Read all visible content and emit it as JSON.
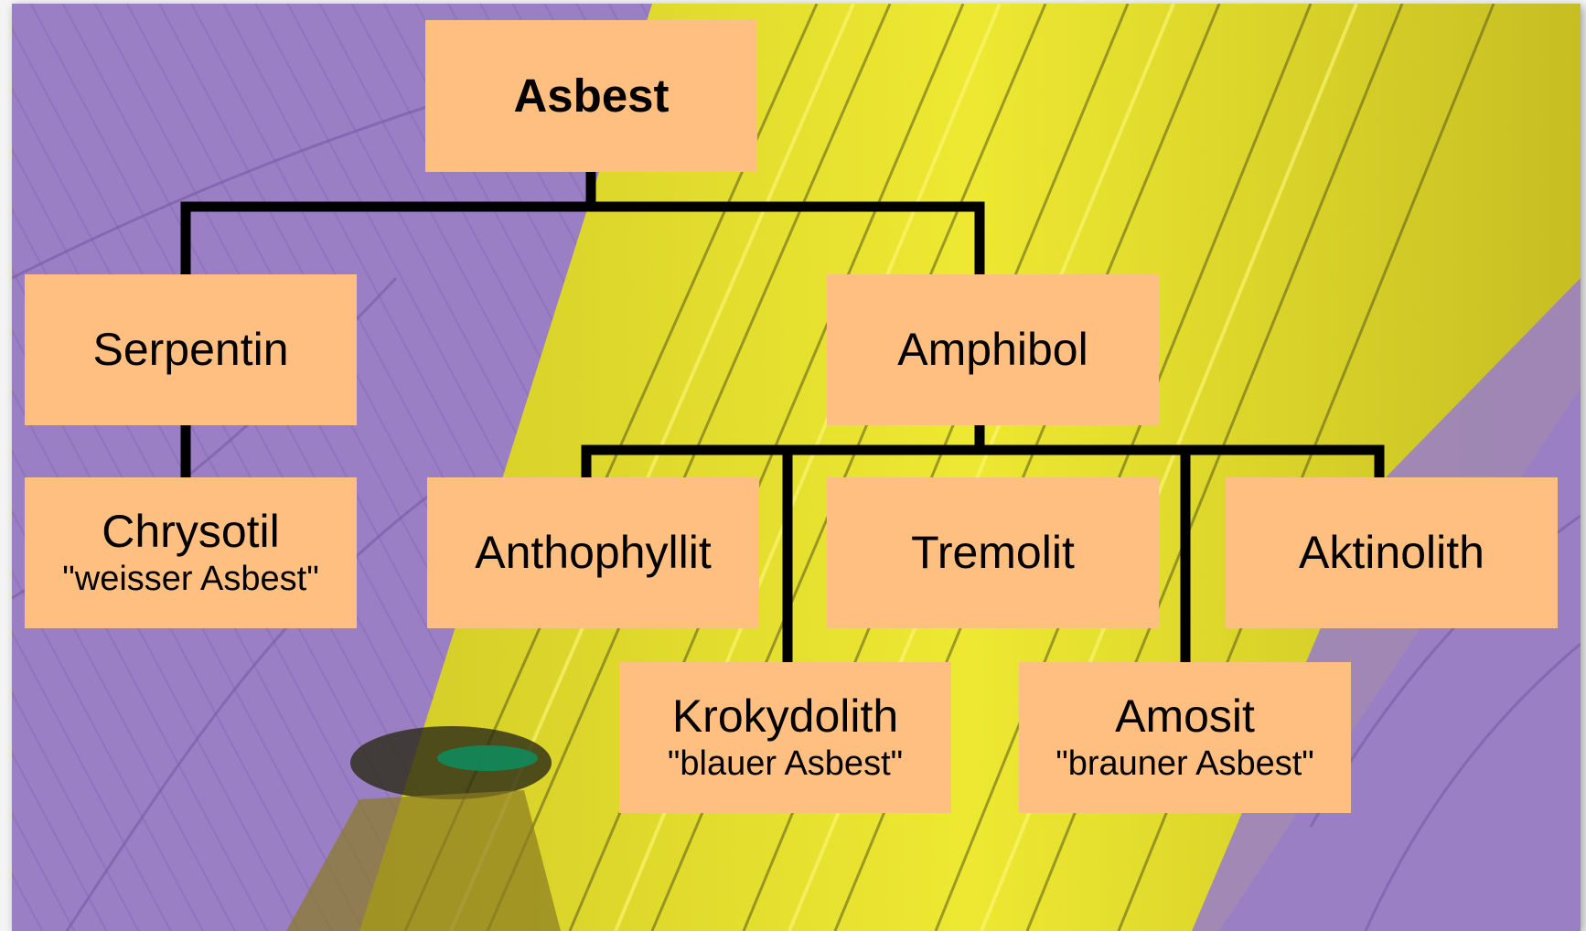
{
  "colors": {
    "box_fill": "#ffbf80",
    "connector": "#000000",
    "background_purple": "#9a7fc4",
    "background_yellow": "#e8e41e"
  },
  "tree": {
    "root": {
      "label": "Asbest"
    },
    "groups": {
      "serpentin": {
        "label": "Serpentin"
      },
      "amphibol": {
        "label": "Amphibol"
      }
    },
    "minerals": {
      "chrysotil": {
        "label": "Chrysotil",
        "sublabel": "\"weisser Asbest\""
      },
      "anthophyllit": {
        "label": "Anthophyllit"
      },
      "tremolit": {
        "label": "Tremolit"
      },
      "aktinolith": {
        "label": "Aktinolith"
      },
      "krokydolith": {
        "label": "Krokydolith",
        "sublabel": "\"blauer Asbest\""
      },
      "amosit": {
        "label": "Amosit",
        "sublabel": "\"brauner Asbest\""
      }
    }
  }
}
